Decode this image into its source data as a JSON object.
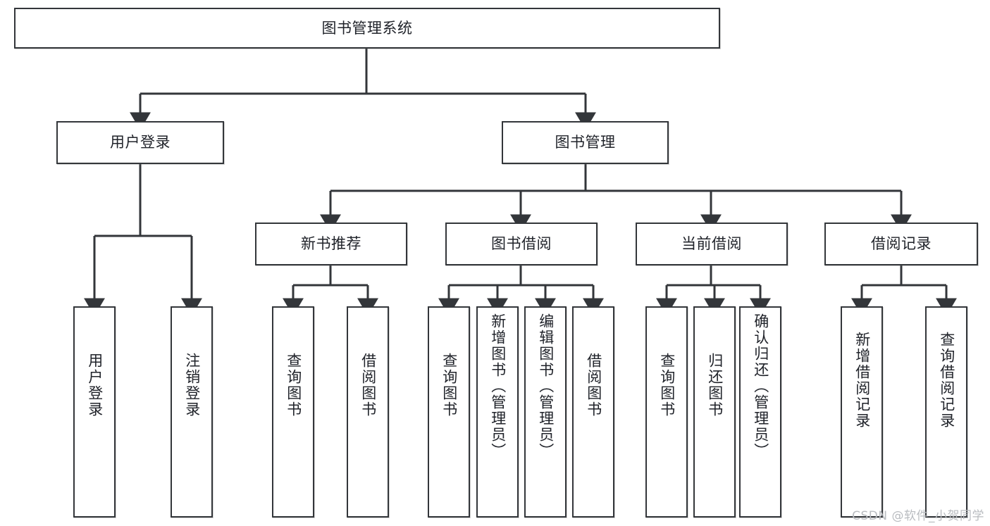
{
  "diagram": {
    "type": "tree-hierarchy-chart",
    "title": "图书管理系统",
    "colors": {
      "background": "#ffffff",
      "node_border": "#33363a",
      "node_fill": "#ffffff",
      "edge": "#33363a",
      "text": "#20232a",
      "watermark": "#b9bcc0"
    },
    "watermark": "CSDN @软件_小贺同学"
  },
  "nodes": {
    "root": {
      "label": "图书管理系统",
      "level": 1,
      "orientation": "horizontal"
    },
    "level2": [
      {
        "id": "user-login",
        "label": "用户登录",
        "orientation": "horizontal"
      },
      {
        "id": "book-management",
        "label": "图书管理",
        "orientation": "horizontal"
      }
    ],
    "level3": [
      {
        "id": "new-book-recommend",
        "label": "新书推荐",
        "orientation": "horizontal",
        "parent": "book-management"
      },
      {
        "id": "book-borrow",
        "label": "图书借阅",
        "orientation": "horizontal",
        "parent": "book-management"
      },
      {
        "id": "current-borrow",
        "label": "当前借阅",
        "orientation": "horizontal",
        "parent": "book-management"
      },
      {
        "id": "borrow-record",
        "label": "借阅记录",
        "orientation": "horizontal",
        "parent": "book-management"
      }
    ],
    "leaves": {
      "user_login_children": [
        {
          "id": "leaf-user-login",
          "label": "用户登录",
          "orientation": "vertical"
        },
        {
          "id": "leaf-logout-login",
          "label": "注销登录",
          "orientation": "vertical"
        }
      ],
      "new_book_recommend_children": [
        {
          "id": "leaf-query-book-1",
          "label": "查询图书",
          "orientation": "vertical"
        },
        {
          "id": "leaf-borrow-book-1",
          "label": "借阅图书",
          "orientation": "vertical"
        }
      ],
      "book_borrow_children": [
        {
          "id": "leaf-query-book-2",
          "label": "查询图书",
          "orientation": "vertical"
        },
        {
          "id": "leaf-add-book-admin",
          "label": "新增图书（管理员）",
          "orientation": "vertical"
        },
        {
          "id": "leaf-edit-book-admin",
          "label": "编辑图书（管理员）",
          "orientation": "vertical"
        },
        {
          "id": "leaf-borrow-book-2",
          "label": "借阅图书",
          "orientation": "vertical"
        }
      ],
      "current_borrow_children": [
        {
          "id": "leaf-query-book-3",
          "label": "查询图书",
          "orientation": "vertical"
        },
        {
          "id": "leaf-return-book",
          "label": "归还图书",
          "orientation": "vertical"
        },
        {
          "id": "leaf-confirm-return-admin",
          "label": "确认归还（管理员）",
          "orientation": "vertical"
        }
      ],
      "borrow_record_children": [
        {
          "id": "leaf-add-borrow-record",
          "label": "新增借阅记录",
          "orientation": "vertical"
        },
        {
          "id": "leaf-query-borrow-record",
          "label": "查询借阅记录",
          "orientation": "vertical"
        }
      ]
    }
  }
}
